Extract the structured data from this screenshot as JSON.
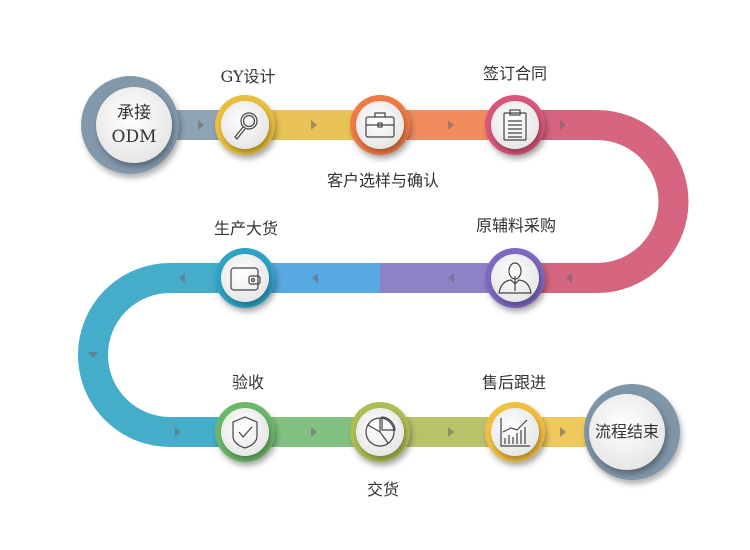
{
  "start": {
    "line1": "承接",
    "line2": "ODM"
  },
  "end": {
    "label": "流程结束"
  },
  "steps": [
    {
      "label": "GY设计",
      "icon": "magnifier-icon",
      "color": "#eabf3e"
    },
    {
      "label": "客户选样与确认",
      "icon": "briefcase-icon",
      "color": "#f07a44"
    },
    {
      "label": "签订合同",
      "icon": "clipboard-icon",
      "color": "#d8577a"
    },
    {
      "label": "原辅料采购",
      "icon": "person-icon",
      "color": "#7e68c0"
    },
    {
      "label": "生产大货",
      "icon": "wallet-icon",
      "color": "#2ea3c4"
    },
    {
      "label": "验收",
      "icon": "shield-check-icon",
      "color": "#6cb86a"
    },
    {
      "label": "交货",
      "icon": "pie-chart-icon",
      "color": "#aebd52"
    },
    {
      "label": "售后跟进",
      "icon": "bar-chart-icon",
      "color": "#f0c040"
    }
  ]
}
